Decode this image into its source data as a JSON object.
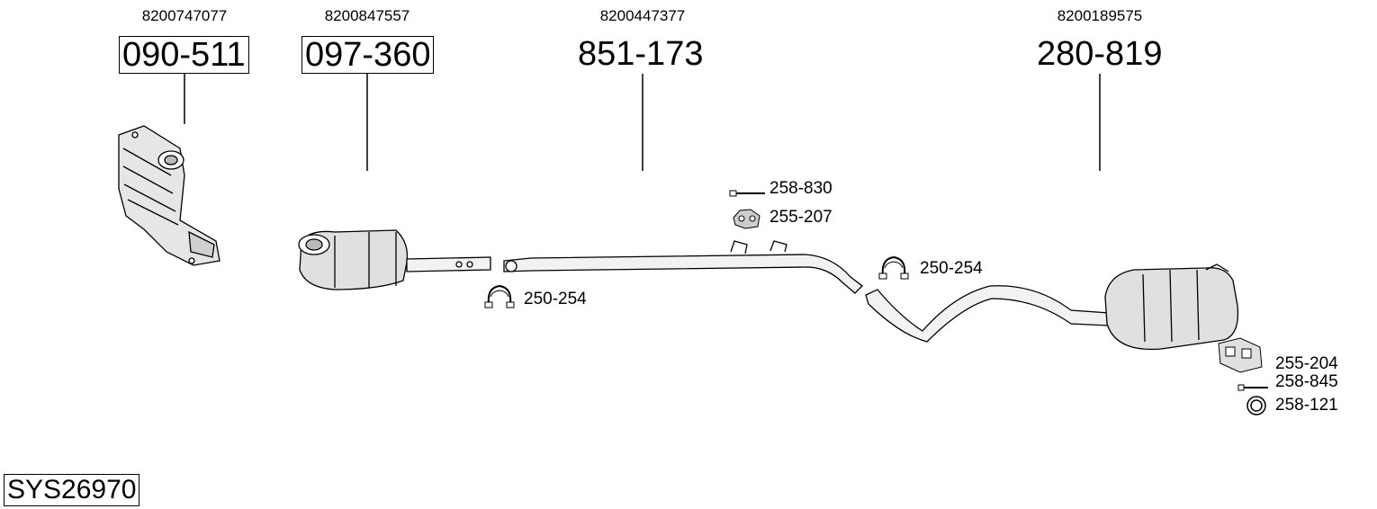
{
  "system_code": "SYS26970",
  "main_parts": [
    {
      "oem": "8200747077",
      "number": "090-511",
      "boxed": true,
      "depicts": "catalytic-converter"
    },
    {
      "oem": "8200847557",
      "number": "097-360",
      "boxed": true,
      "depicts": "front-catalyst-pipe"
    },
    {
      "oem": "8200447377",
      "number": "851-173",
      "boxed": false,
      "depicts": "middle-pipe"
    },
    {
      "oem": "8200189575",
      "number": "280-819",
      "boxed": false,
      "depicts": "rear-silencer"
    }
  ],
  "accessories": [
    {
      "number": "258-830",
      "icon": "bolt-icon"
    },
    {
      "number": "255-207",
      "icon": "rubber-mount-icon"
    },
    {
      "number": "250-254",
      "icon": "clamp-icon"
    },
    {
      "number": "250-254",
      "icon": "clamp-icon"
    },
    {
      "number": "255-204",
      "icon": "bracket-icon"
    },
    {
      "number": "258-845",
      "icon": "bolt-icon"
    },
    {
      "number": "258-121",
      "icon": "ring-icon"
    }
  ]
}
